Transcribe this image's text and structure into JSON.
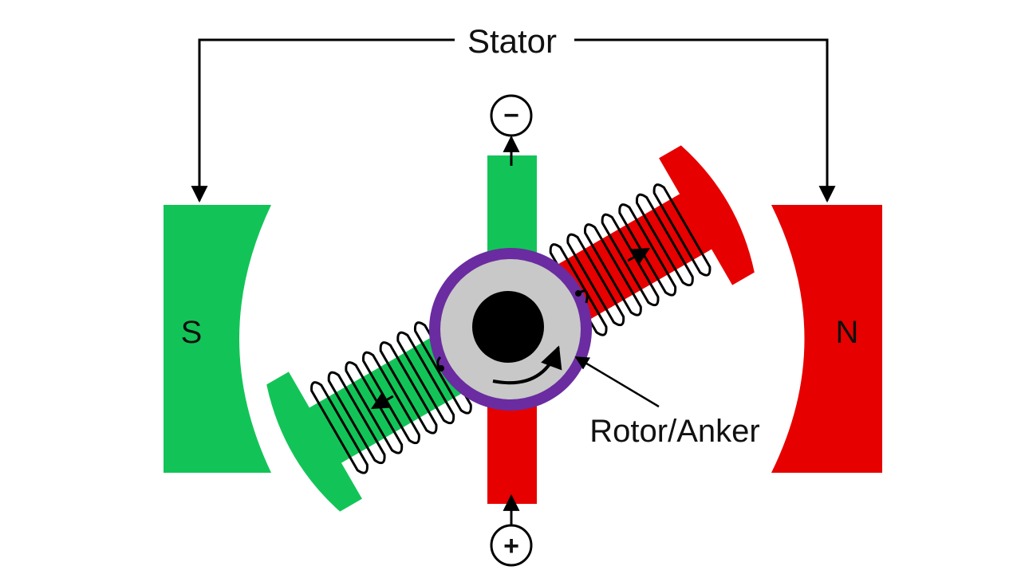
{
  "labels": {
    "stator": "Stator",
    "pole_south": "S",
    "pole_north": "N",
    "rotor": "Rotor/Anker",
    "terminal_negative": "−",
    "terminal_positive": "+"
  },
  "colors": {
    "green": "#12c457",
    "red": "#e60000",
    "purple": "#6a2ca0",
    "grey": "#c8c8c8",
    "black": "#000000",
    "white": "#ffffff"
  },
  "icons": {
    "rotation": "curved-arrow-icon",
    "current_up": "arrow-up-icon"
  }
}
